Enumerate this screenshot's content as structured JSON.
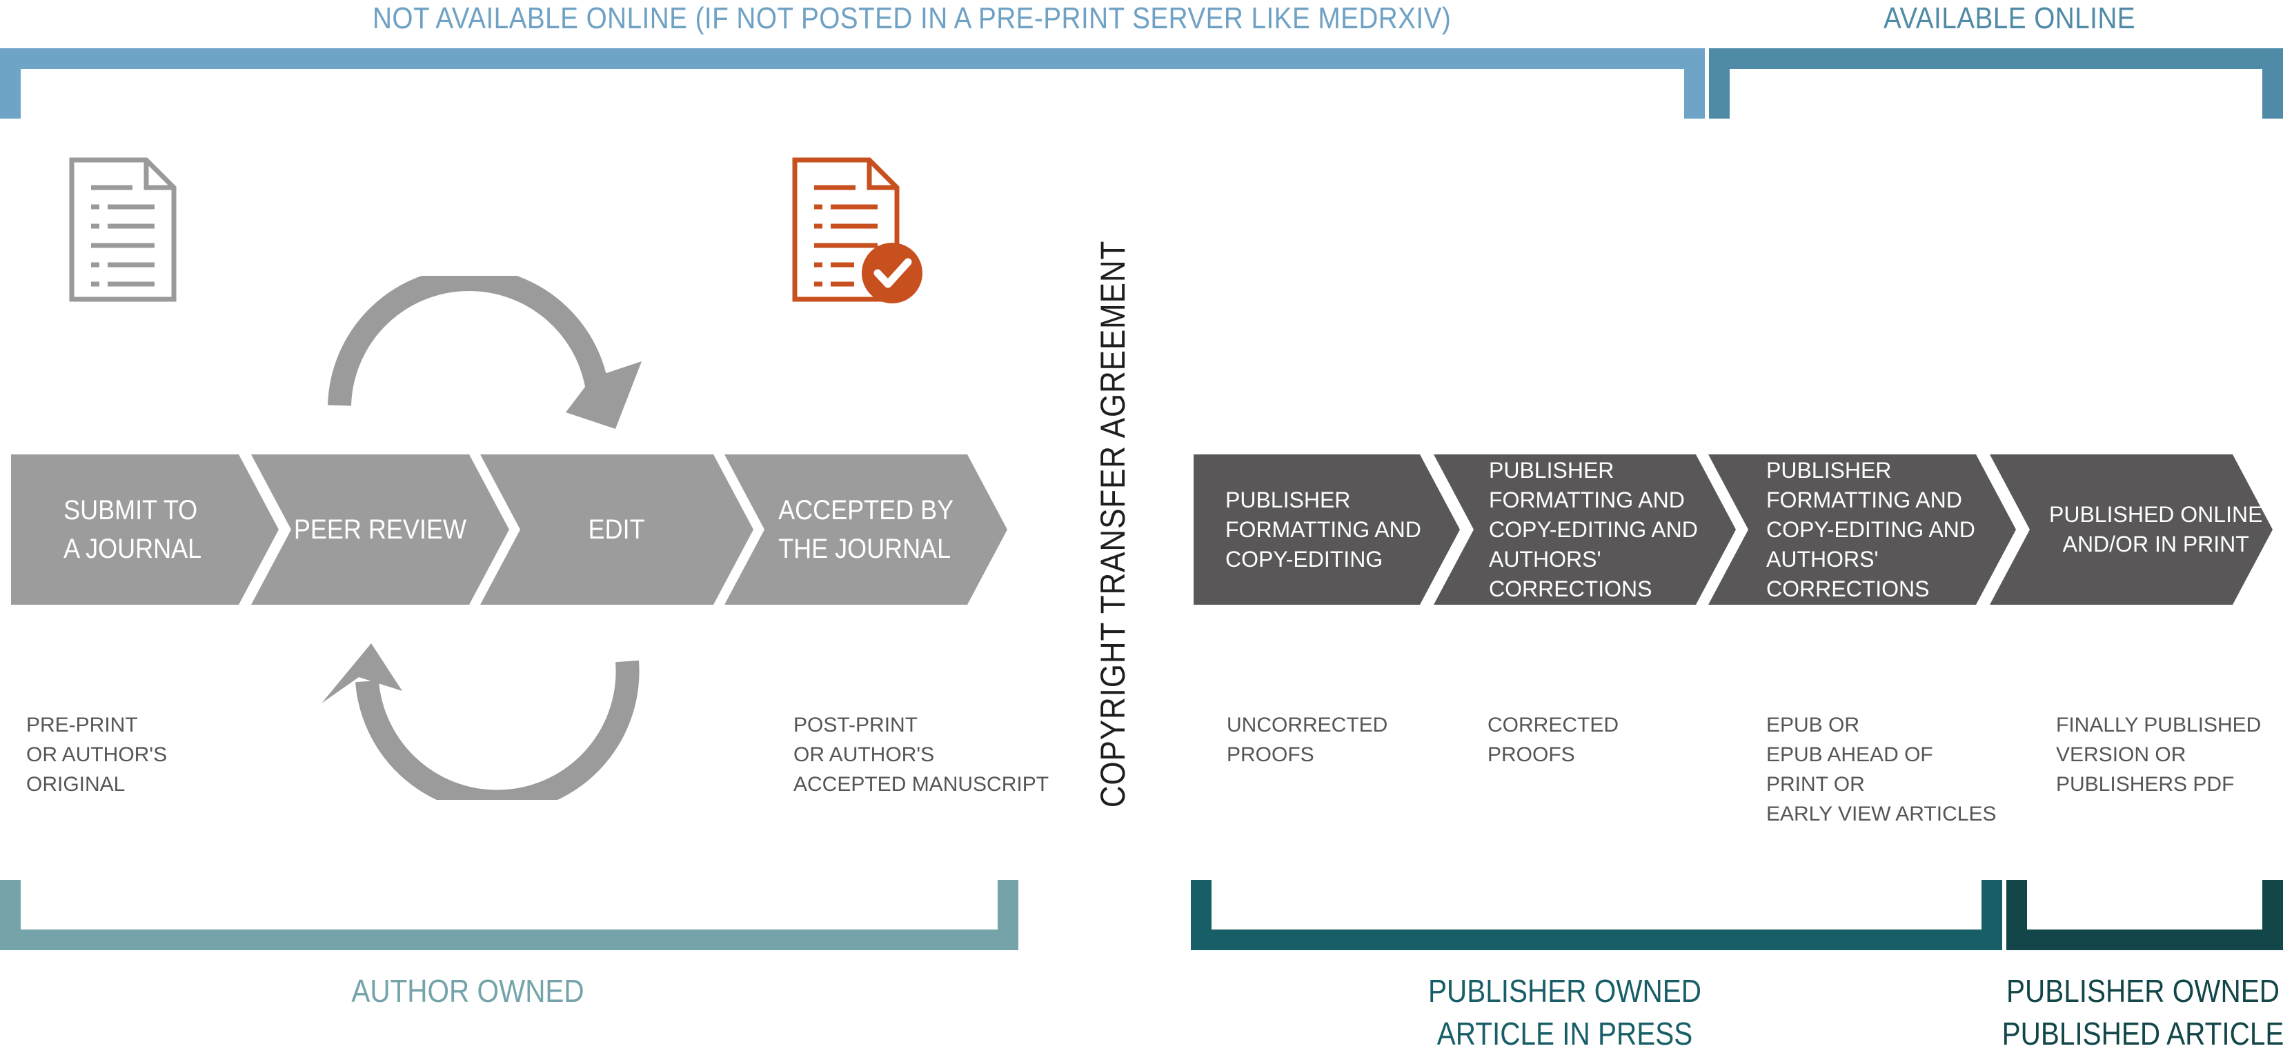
{
  "top": {
    "not_available": "NOT AVAILABLE ONLINE (IF NOT POSTED IN A PRE-PRINT SERVER LIKE MEDRXIV)",
    "available": "AVAILABLE ONLINE"
  },
  "author_steps": [
    {
      "label": "SUBMIT TO\nA JOURNAL"
    },
    {
      "label": "PEER REVIEW"
    },
    {
      "label": "EDIT"
    },
    {
      "label": "ACCEPTED BY\nTHE JOURNAL"
    }
  ],
  "publisher_steps": [
    {
      "label": "PUBLISHER\nFORMATTING AND\nCOPY-EDITING"
    },
    {
      "label": "PUBLISHER\nFORMATTING AND\nCOPY-EDITING AND\nAUTHORS' CORRECTIONS"
    },
    {
      "label": "PUBLISHER\nFORMATTING AND\nCOPY-EDITING AND\nAUTHORS' CORRECTIONS"
    },
    {
      "label": "PUBLISHED ONLINE\nAND/OR IN PRINT"
    }
  ],
  "captions": {
    "preprint": "PRE-PRINT\nOR AUTHOR'S\nORIGINAL",
    "postprint": "POST-PRINT\nOR AUTHOR'S\nACCEPTED MANUSCRIPT",
    "uncorrected": "UNCORRECTED\nPROOFS",
    "corrected": "CORRECTED\nPROOFS",
    "epub": "EPUB OR\nEPUB AHEAD OF\nPRINT OR\nEARLY VIEW ARTICLES",
    "final": "FINALLY PUBLISHED\nVERSION OR\nPUBLISHERS PDF"
  },
  "copyright": "COPYRIGHT TRANSFER AGREEMENT",
  "bottom": {
    "author_owned": "AUTHOR OWNED",
    "press_line1": "PUBLISHER OWNED",
    "press_line2": "ARTICLE IN PRESS",
    "pub_line1": "PUBLISHER OWNED",
    "pub_line2": "PUBLISHED ARTICLE"
  },
  "colors": {
    "gray_chevron": "#9d9c9c",
    "dark_chevron": "#595757",
    "accent_orange": "#c8501e",
    "author_bracket": "#74a3aa",
    "press_bracket": "#175e67",
    "published_bracket": "#124648"
  },
  "icons": [
    "document-icon",
    "accepted-document-icon",
    "cycle-arrow-icon"
  ]
}
